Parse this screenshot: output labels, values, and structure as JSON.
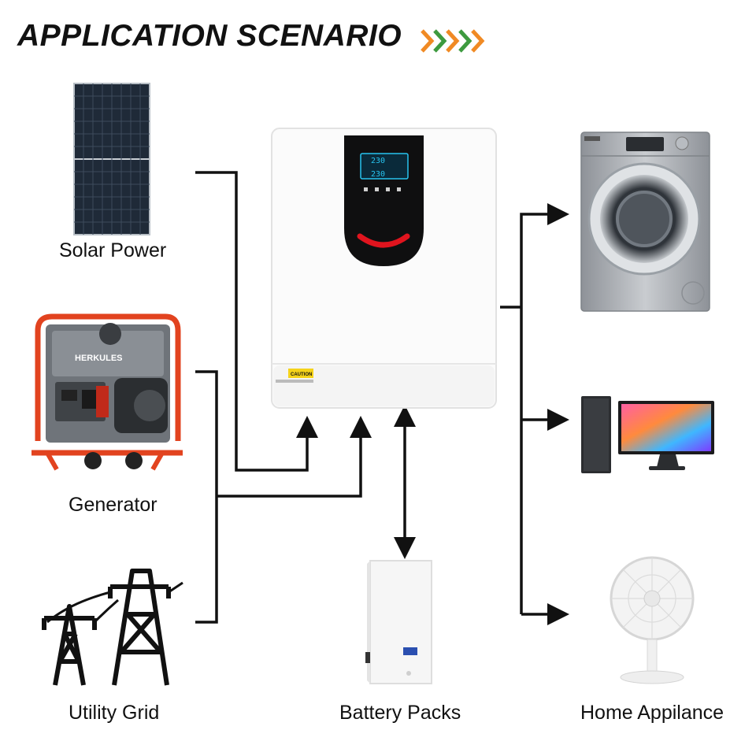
{
  "title": "APPLICATION SCENARIO",
  "colors": {
    "chevron_orange": "#f08a24",
    "chevron_green": "#3d9a3f",
    "display_cyan": "#27c4f0",
    "smile_red": "#e0141e",
    "line": "#111111"
  },
  "icons": [
    "solar-panel-icon",
    "generator-icon",
    "power-pylon-icon",
    "inverter-icon",
    "battery-icon",
    "washing-machine-icon",
    "computer-icon",
    "desk-fan-icon"
  ],
  "sources": {
    "solar": "Solar Power",
    "generator": "Generator",
    "grid": "Utility Grid"
  },
  "inverter": {
    "reading_top": "230",
    "reading_bottom": "230",
    "caution_label": "CAUTION"
  },
  "generator_brand": "HERKULES",
  "battery": "Battery Packs",
  "loads": "Home Appilance"
}
